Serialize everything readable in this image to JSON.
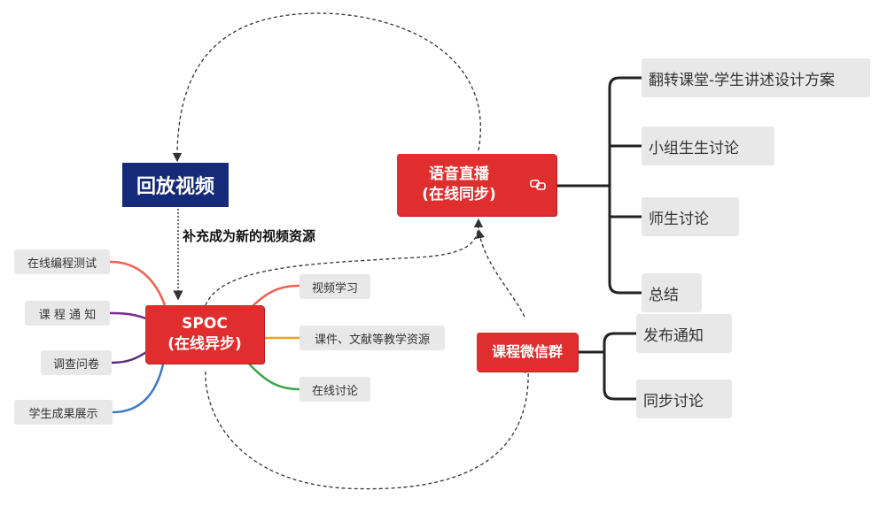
{
  "colors": {
    "red_node": "#e02d2d",
    "navy_node": "#152a78",
    "gray_node": "#e8e8e8",
    "branch_red": "#f0604f",
    "branch_purple": "#7b2d8e",
    "branch_darkpurple": "#5a2a7a",
    "branch_blue": "#3a78c9",
    "branch_orange": "#f0a020",
    "branch_green": "#3aa84a"
  },
  "nodes": {
    "replay_video": "回放视频",
    "supplement_caption": "补充成为新的视频资源",
    "live": {
      "line1": "语音直播",
      "line2": "(在线同步)"
    },
    "spoc": {
      "line1": "SPOC",
      "line2": "(在线异步)"
    },
    "wechat_group": "课程微信群"
  },
  "live_children": [
    "翻转课堂-学生讲述设计方案",
    "小组生生讨论",
    "师生讨论",
    "总结"
  ],
  "wechat_children": [
    "发布通知",
    "同步讨论"
  ],
  "spoc_left_children": [
    "在线编程测试",
    "课 程 通 知",
    "调查问卷",
    "学生成果展示"
  ],
  "spoc_right_children": [
    "视频学习",
    "课件、文献等教学资源",
    "在线讨论"
  ]
}
